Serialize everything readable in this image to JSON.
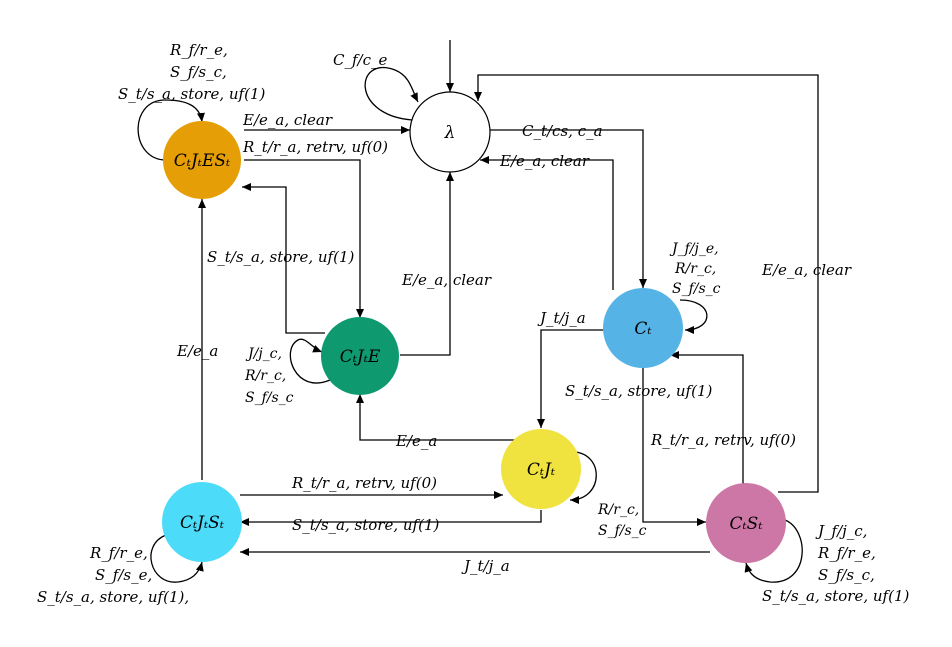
{
  "states": {
    "lambda": {
      "label": "λ",
      "color": "#ffffff"
    },
    "ctjtest": {
      "label": "CₜJₜESₜ",
      "color": "#E59E05"
    },
    "ctjte": {
      "label": "CₜJₜE",
      "color": "#0E9A6E"
    },
    "ct": {
      "label": "Cₜ",
      "color": "#55B3E6"
    },
    "ctjt": {
      "label": "CₜJₜ",
      "color": "#F0E340"
    },
    "ctjtst": {
      "label": "CₜJₜSₜ",
      "color": "#4DDBFA"
    },
    "ctst": {
      "label": "CₜSₜ",
      "color": "#CD77A7"
    }
  },
  "edges": {
    "lambda_self": {
      "label": "C_f/c_e"
    },
    "lambda_to_ct": {
      "label": "C_t/cs, c_a"
    },
    "ct_to_lambda": {
      "label": "E/e_a, clear"
    },
    "ctjtest_to_lambda": {
      "label": "E/e_a, clear"
    },
    "ctjtest_self": {
      "lines": [
        "R_f/r_e,",
        "S_f/s_c,",
        "S_t/s_a, store, uf(1)"
      ]
    },
    "ctjtest_to_ctjte": {
      "label": "R_t/r_a, retrv, uf(0)"
    },
    "ctjte_to_ctjtest": {
      "label": "S_t/s_a, store, uf(1)"
    },
    "ctjte_to_lambda": {
      "label": "E/e_a, clear"
    },
    "ctjte_self": {
      "lines": [
        "J/j_c,",
        "R/r_c,",
        "S_f/s_c"
      ]
    },
    "ctjtst_to_ctjtest": {
      "label": "E/e_a"
    },
    "ct_self": {
      "lines": [
        "J_f/j_e,",
        "R/r_c,",
        "S_f/s_c"
      ]
    },
    "ct_to_ctjt": {
      "label": "J_t/j_a"
    },
    "ct_to_ctst": {
      "label": "S_t/s_a, store, uf(1)"
    },
    "ctst_to_ct": {
      "label": "R_t/r_a, retrv, uf(0)"
    },
    "ctst_to_lambda": {
      "label": "E/e_a, clear"
    },
    "ctjt_to_ctjte": {
      "label": "E/e_a"
    },
    "ctjt_self": {
      "lines": [
        "R/r_c,",
        "S_f/s_c"
      ]
    },
    "ctjtst_to_ctjt": {
      "label": "R_t/r_a, retrv, uf(0)"
    },
    "ctjt_to_ctjtst": {
      "label": "S_t/s_a, store, uf(1)"
    },
    "ctst_to_ctjtst": {
      "label": "J_t/j_a"
    },
    "ctjtst_self": {
      "lines": [
        "R_f/r_e,",
        "S_f/s_e,",
        "S_t/s_a, store, uf(1),"
      ]
    },
    "ctst_self": {
      "lines": [
        "J_f/j_c,",
        "R_f/r_e,",
        "S_f/s_c,",
        "S_t/s_a, store, uf(1)"
      ]
    }
  }
}
